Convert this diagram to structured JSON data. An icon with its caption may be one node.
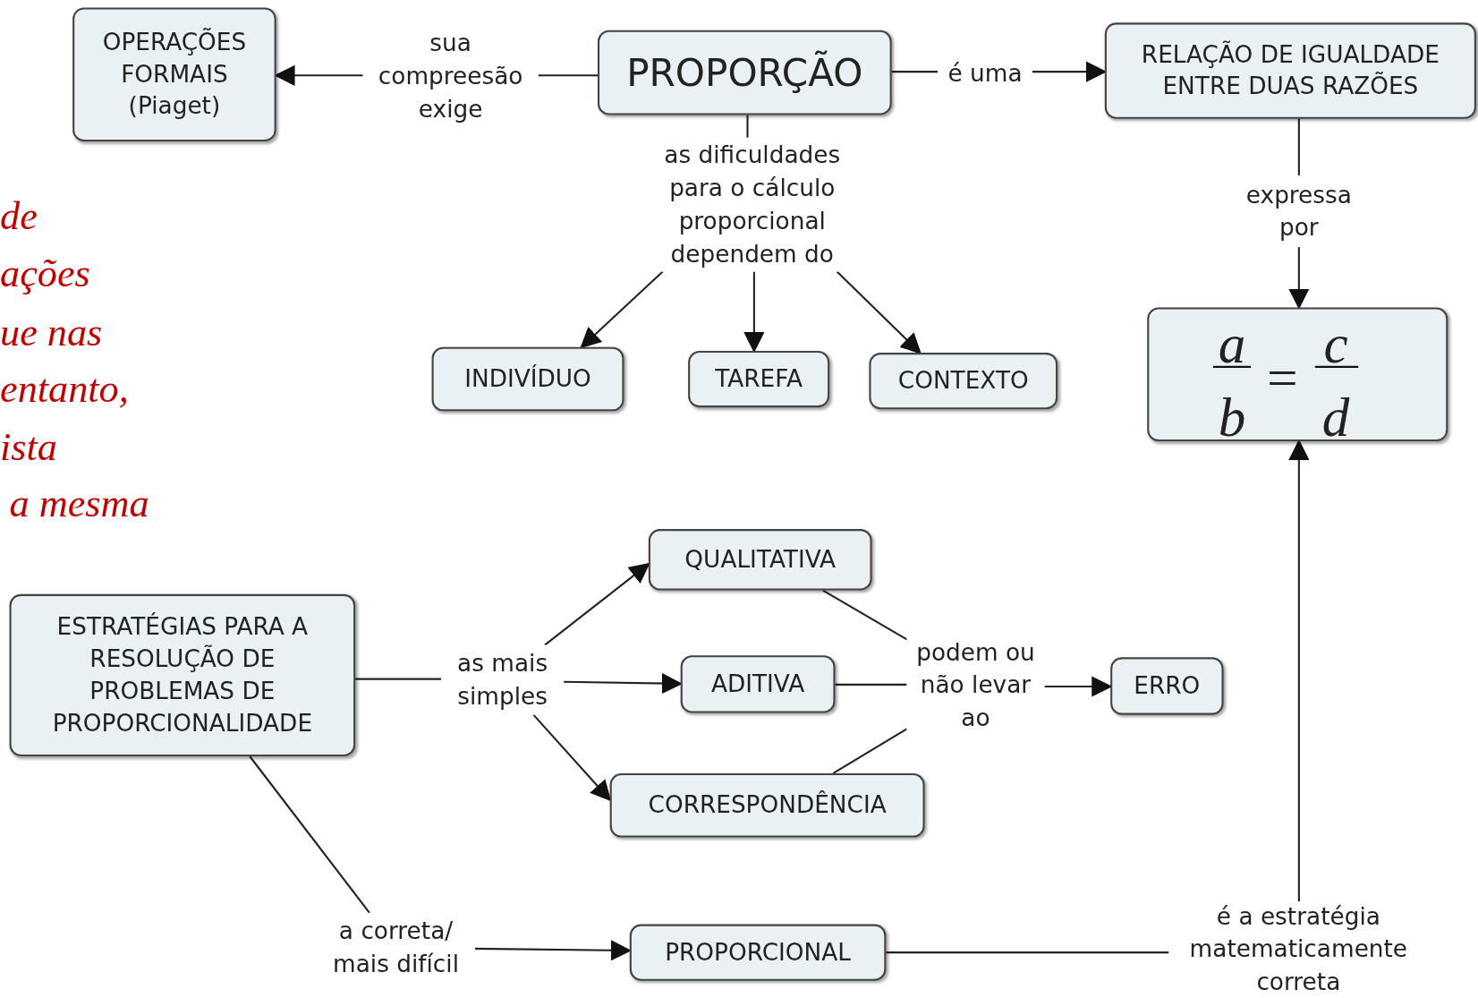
{
  "diagram": {
    "nodes": [
      {
        "text": [
          "OPERAÇÕES FORMAIS (Piaget)"
        ]
      },
      {
        "text": [
          "sua compreesão exige"
        ]
      },
      {
        "text": [
          "PROPORÇÃO"
        ]
      },
      {
        "text": [
          "é uma"
        ]
      },
      {
        "text": [
          "RELAÇÃO DE IGUALDADE ENTRE DUAS RAZÕES"
        ]
      },
      {
        "text": [
          "as dificuldades para o cálculo proporcional dependem do"
        ]
      },
      {
        "text": [
          "INDIVÍDUO"
        ]
      },
      {
        "text": [
          "TAREFA"
        ]
      },
      {
        "text": [
          "CONTEXTO"
        ]
      },
      {
        "text": [
          "expressa por"
        ]
      },
      {
        "text": [
          "a",
          "b",
          "=",
          "c",
          "d"
        ]
      },
      {
        "text": [
          "ESTRATÉGIAS PARA A RESOLUÇÃO DE PROBLEMAS DE PROPORCIONALIDADE"
        ]
      },
      {
        "text": [
          "as mais simples"
        ]
      },
      {
        "text": [
          "QUALITATIVA"
        ]
      },
      {
        "text": [
          "ADITIVA"
        ]
      },
      {
        "text": [
          "CORRESPONDÊNCIA"
        ]
      },
      {
        "text": [
          "podem ou não levar ao"
        ]
      },
      {
        "text": [
          "ERRO"
        ]
      },
      {
        "text": [
          "a correta/ mais difícil"
        ]
      },
      {
        "text": [
          "PROPORCIONAL"
        ]
      },
      {
        "text": [
          "é a estratégia matematicamente correta"
        ]
      }
    ],
    "edges": [
      {
        "from": 2,
        "to": 1,
        "arrow": "none"
      },
      {
        "from": 1,
        "to": 0,
        "arrow": "to"
      },
      {
        "from": 2,
        "to": 3,
        "arrow": "none"
      },
      {
        "from": 3,
        "to": 4,
        "arrow": "to"
      },
      {
        "from": 2,
        "to": 5,
        "arrow": "none"
      },
      {
        "from": 5,
        "to": 6,
        "arrow": "to"
      },
      {
        "from": 5,
        "to": 7,
        "arrow": "to"
      },
      {
        "from": 5,
        "to": 8,
        "arrow": "to"
      },
      {
        "from": 4,
        "to": 9,
        "arrow": "none"
      },
      {
        "from": 9,
        "to": 10,
        "arrow": "to"
      },
      {
        "from": 11,
        "to": 12,
        "arrow": "none"
      },
      {
        "from": 12,
        "to": 13,
        "arrow": "to"
      },
      {
        "from": 12,
        "to": 14,
        "arrow": "to"
      },
      {
        "from": 12,
        "to": 15,
        "arrow": "to"
      },
      {
        "from": 13,
        "to": 16,
        "arrow": "none"
      },
      {
        "from": 14,
        "to": 16,
        "arrow": "none"
      },
      {
        "from": 15,
        "to": 16,
        "arrow": "none"
      },
      {
        "from": 16,
        "to": 17,
        "arrow": "to"
      },
      {
        "from": 11,
        "to": 18,
        "arrow": "none"
      },
      {
        "from": 18,
        "to": 19,
        "arrow": "to"
      },
      {
        "from": 19,
        "to": 20,
        "arrow": "none"
      },
      {
        "from": 20,
        "to": 10,
        "arrow": "to"
      }
    ],
    "labels": [
      "de",
      "ações",
      "ue nas",
      "entanto,",
      "ista",
      "a mesma"
    ]
  }
}
